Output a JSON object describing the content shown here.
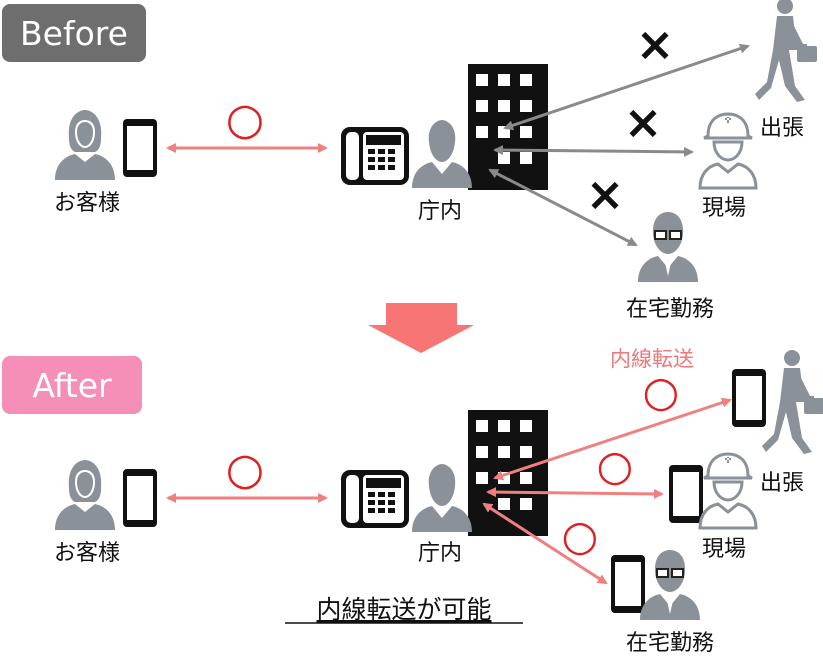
{
  "before": {
    "badge": "Before",
    "customer": "お客様",
    "office": "庁内",
    "trip": "出張",
    "site": "現場",
    "home": "在宅勤務",
    "ok_mark": "○",
    "ng_mark": "×"
  },
  "after": {
    "badge": "After",
    "customer": "お客様",
    "office": "庁内",
    "trip": "出張",
    "site": "現場",
    "home": "在宅勤務",
    "ok_mark": "○",
    "transfer_label": "内線転送",
    "conclusion": "内線転送が可能"
  },
  "colors": {
    "before_badge": "#6e6e6e",
    "after_badge": "#f58fb7",
    "arrow_ok": "#f08080",
    "arrow_ng": "#8a8a8a",
    "circle_mark": "#e02020",
    "down_arrow": "#f77575",
    "person": "#8a9198",
    "building": "#111111"
  },
  "icons": [
    "person-icon",
    "smartphone-icon",
    "desk-phone-icon",
    "building-icon",
    "walking-businessman-icon",
    "hardhat-worker-icon",
    "glasses-worker-icon",
    "arrow-down-icon"
  ]
}
